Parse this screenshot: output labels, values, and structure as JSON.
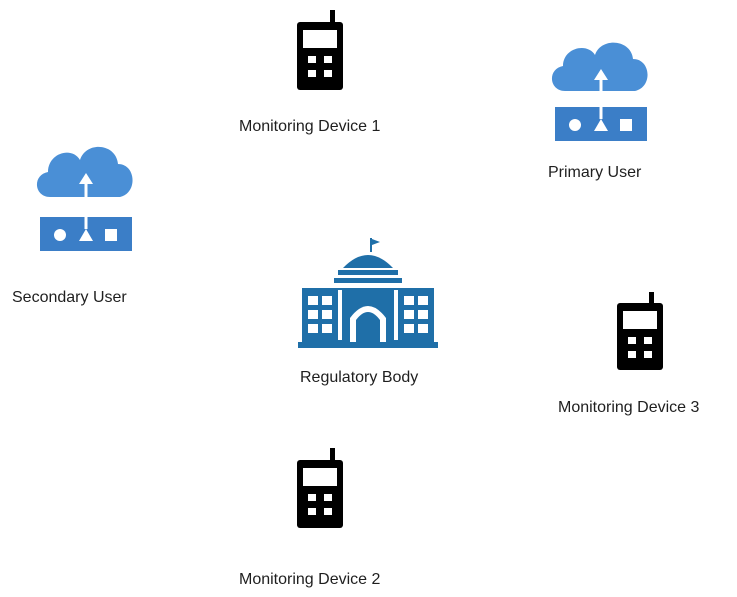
{
  "nodes": {
    "monitoring_device_1": {
      "label": "Monitoring Device 1",
      "icon": "walkie-talkie-icon"
    },
    "monitoring_device_2": {
      "label": "Monitoring Device 2",
      "icon": "walkie-talkie-icon"
    },
    "monitoring_device_3": {
      "label": "Monitoring Device 3",
      "icon": "walkie-talkie-icon"
    },
    "primary_user": {
      "label": "Primary User",
      "icon": "cloud-router-icon"
    },
    "secondary_user": {
      "label": "Secondary User",
      "icon": "cloud-router-icon"
    },
    "regulatory_body": {
      "label": "Regulatory Body",
      "icon": "government-building-icon"
    }
  },
  "colors": {
    "device": "#000000",
    "cloud": "#4a8fd6",
    "router": "#3b7ec7",
    "building": "#1f6fa8",
    "label": "#1f1f1f"
  }
}
